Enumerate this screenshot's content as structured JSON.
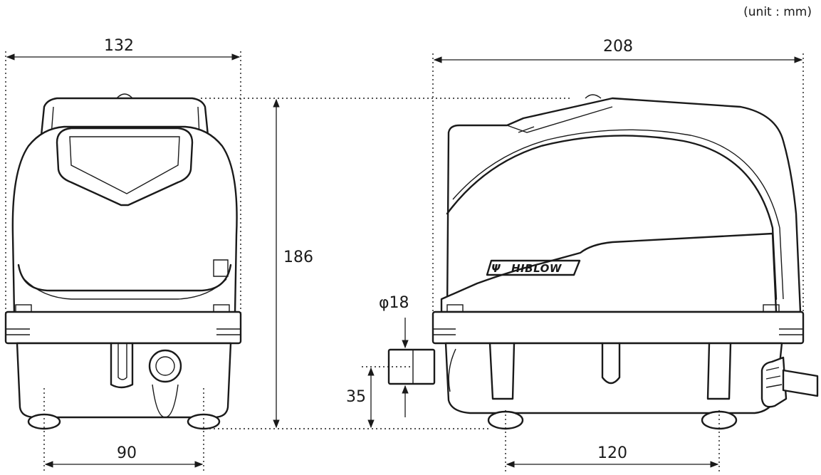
{
  "unit_label": "(unit : mm)",
  "dimensions": {
    "front_width": "132",
    "front_foot_spacing": "90",
    "height": "186",
    "side_length": "208",
    "outlet_diameter": "φ18",
    "outlet_height": "35",
    "side_foot_spacing": "120"
  },
  "brand_logo": "HIBLOW",
  "colors": {
    "line": "#1a1a1a",
    "background": "#ffffff"
  }
}
